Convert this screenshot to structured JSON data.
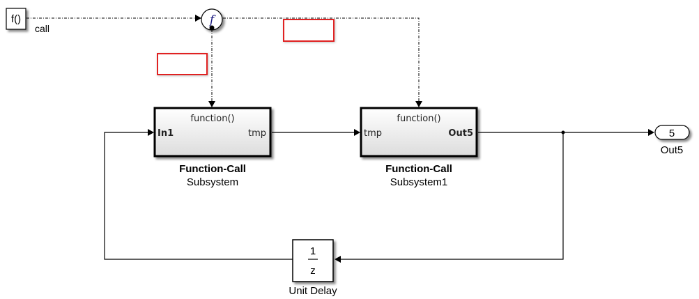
{
  "diagram": {
    "fcn_generator": {
      "label": "f()",
      "signal_label": "call"
    },
    "function_element": {
      "symbol": "f"
    },
    "subsystem1": {
      "title": "function()",
      "in_port": "In1",
      "out_port": "tmp",
      "name_line1": "Function-Call",
      "name_line2": "Subsystem"
    },
    "subsystem2": {
      "title": "function()",
      "in_port": "tmp",
      "out_port": "Out5",
      "name_line1": "Function-Call",
      "name_line2": "Subsystem1"
    },
    "outport": {
      "number": "5",
      "name": "Out5"
    },
    "unit_delay": {
      "numerator": "1",
      "denominator": "z",
      "name": "Unit Delay"
    },
    "highlight_color": "#e02020"
  }
}
